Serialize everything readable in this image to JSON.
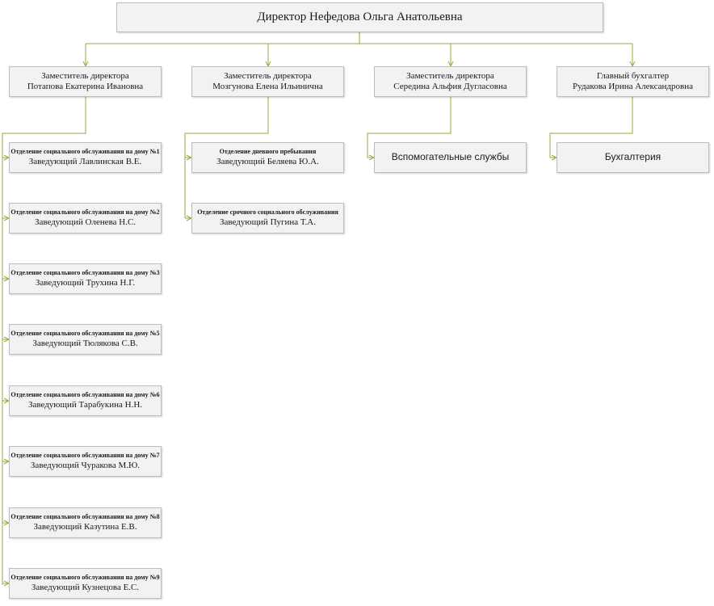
{
  "colors": {
    "connector": "#8fae3a",
    "box_fill": "#f2f2f2",
    "box_border": "#bdbdbd"
  },
  "director": {
    "title": "Директор   Нефедова Ольга Анатольевна"
  },
  "deputies": [
    {
      "role": "Заместитель директора",
      "name": "Потапова Екатерина Ивановна"
    },
    {
      "role": "Заместитель директора",
      "name": "Мозгунова Елена Ильинична"
    },
    {
      "role": "Заместитель директора",
      "name": "Середина Альфия Дугласовна"
    },
    {
      "role": "Главный бухгалтер",
      "name": "Рудакова Ирина Александровна"
    }
  ],
  "home_service_departments": [
    {
      "title": "Отделение социального обслуживания на дому №1",
      "head": "Заведующий Лавлинская В.Е."
    },
    {
      "title": "Отделение социального обслуживания на дому №2",
      "head": "Заведующий Оленева Н.С."
    },
    {
      "title": "Отделение социального обслуживания на дому №3",
      "head": "Заведующий Трухина Н.Г."
    },
    {
      "title": "Отделение социального обслуживания на дому №5",
      "head": "Заведующий Тюлякова С.В."
    },
    {
      "title": "Отделение социального обслуживания на дому №6",
      "head": "Заведующий Тарабукина Н.Н."
    },
    {
      "title": "Отделение социального обслуживания на дому №7",
      "head": "Заведующий Чуракова М.Ю."
    },
    {
      "title": "Отделение социального обслуживания на дому №8",
      "head": "Заведующий Казутина Е.В."
    },
    {
      "title": "Отделение социального обслуживания на дому №9",
      "head": "Заведующий Кузнецова Е.С."
    }
  ],
  "second_deputy_departments": [
    {
      "title": "Отделение дневного пребывания",
      "head": "Заведующий Беляева Ю.А."
    },
    {
      "title": "Отделение срочного социального обслуживания",
      "head": "Заведующий Пугина Т.А."
    }
  ],
  "auxiliary_services": {
    "label": "Вспомогательные службы"
  },
  "accounting": {
    "label": "Бухгалтерия"
  }
}
